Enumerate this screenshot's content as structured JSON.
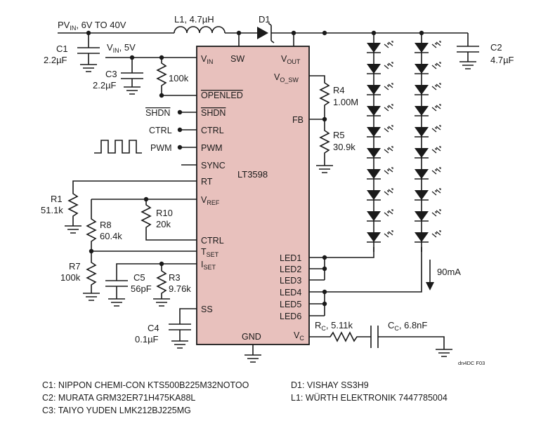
{
  "input": {
    "pvin": [
      "PV",
      "IN",
      ", 6V TO 40V"
    ],
    "vin": [
      "V",
      "IN",
      ", 5V"
    ]
  },
  "components": {
    "L1": "L1, 4.7µH",
    "D1": "D1",
    "C1": [
      "C1",
      "2.2µF"
    ],
    "C2": [
      "C2",
      "4.7µF"
    ],
    "C3": [
      "C3",
      "2.2µF"
    ],
    "R_openled": "100k",
    "R4": [
      "R4",
      "1.00M"
    ],
    "R5": [
      "R5",
      "30.9k"
    ],
    "R1": [
      "R1",
      "51.1k"
    ],
    "R10": [
      "R10",
      "20k"
    ],
    "R8": [
      "R8",
      "60.4k"
    ],
    "R7": [
      "R7",
      "100k"
    ],
    "C5": [
      "C5",
      "56pF"
    ],
    "R3": [
      "R3",
      "9.76k"
    ],
    "C4": [
      "C4",
      "0.1µF"
    ],
    "RC": [
      "R",
      "C",
      ", 5.11k"
    ],
    "CC": [
      "C",
      "C",
      ", 6.8nF"
    ]
  },
  "chip": {
    "name": "LT3598",
    "pins_left": {
      "vin": [
        "V",
        "IN"
      ],
      "openled": "OPENLED",
      "shdn": "SHDN",
      "ctrl": "CTRL",
      "pwm": "PWM",
      "sync": "SYNC",
      "rt": "RT",
      "vref": [
        "V",
        "REF"
      ],
      "ctrl2": "CTRL",
      "tset": [
        "T",
        "SET"
      ],
      "iset": [
        "I",
        "SET"
      ],
      "ss": "SS"
    },
    "pins_top": {
      "sw": "SW",
      "vout": [
        "V",
        "OUT"
      ]
    },
    "pins_right": {
      "vosw": [
        "V",
        "O_SW"
      ],
      "fb": "FB",
      "led1": "LED1",
      "led2": "LED2",
      "led3": "LED3",
      "led4": "LED4",
      "led5": "LED5",
      "led6": "LED6",
      "vc": [
        "V",
        "C"
      ]
    },
    "pins_bottom": {
      "gnd": "GND"
    }
  },
  "external": {
    "shdn": "SHDN",
    "ctrl": "CTRL",
    "pwm": "PWM"
  },
  "current_label": "90mA",
  "reference": "dn4DC F03",
  "bom": {
    "left": [
      "C1: NIPPON CHEMI-CON KTS500B225M32NOTOO",
      "C2: MURATA GRM32ER71H475KA88L",
      "C3: TAIYO YUDEN LMK212BJ225MG"
    ],
    "right": [
      "D1: VISHAY SS3H9",
      "L1: WÜRTH ELEKTRONIK 7447785004"
    ]
  },
  "colors": {
    "chip_fill": "#e8c1bd",
    "ink": "#1a1a1a"
  }
}
